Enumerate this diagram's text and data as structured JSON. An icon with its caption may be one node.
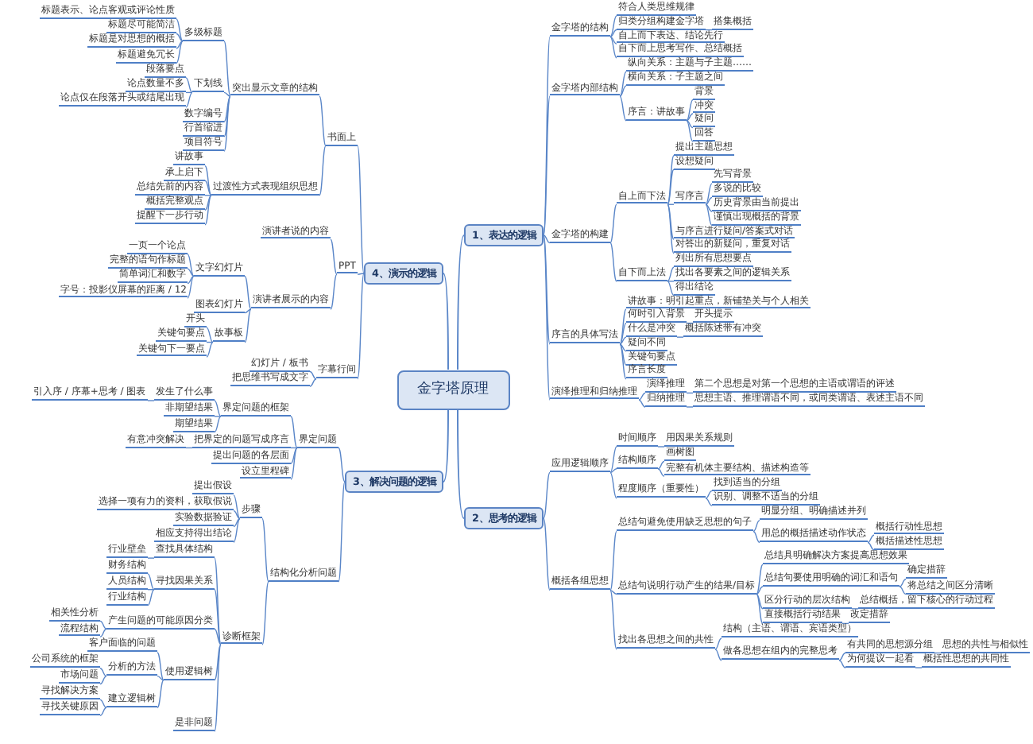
{
  "diagram": {
    "nodes": [
      {
        "text": [
          "金字塔原理"
        ]
      },
      {
        "text": [
          "1、表达的逻辑"
        ]
      },
      {
        "text": [
          "金字塔的结构"
        ]
      },
      {
        "text": [
          "符合人类思维规律"
        ]
      },
      {
        "text": [
          "归类分组构建金字塔"
        ]
      },
      {
        "text": [
          "搭集概括"
        ]
      },
      {
        "text": [
          "自上而下表达、结论先行"
        ]
      },
      {
        "text": [
          "自下而上思考写作、总结概括"
        ]
      },
      {
        "text": [
          "金字塔内部结构"
        ]
      },
      {
        "text": [
          "纵向关系：主题与子主题……"
        ]
      },
      {
        "text": [
          "横向关系：子主题之间"
        ]
      },
      {
        "text": [
          "序言：讲故事"
        ]
      },
      {
        "text": [
          "背景"
        ]
      },
      {
        "text": [
          "冲突"
        ]
      },
      {
        "text": [
          "疑问"
        ]
      },
      {
        "text": [
          "回答"
        ]
      },
      {
        "text": [
          "金字塔的构建"
        ]
      },
      {
        "text": [
          "自上而下法"
        ]
      },
      {
        "text": [
          "提出主题思想"
        ]
      },
      {
        "text": [
          "设想疑问"
        ]
      },
      {
        "text": [
          "写序言"
        ]
      },
      {
        "text": [
          "先写背景"
        ]
      },
      {
        "text": [
          "多说的比较"
        ]
      },
      {
        "text": [
          "历史背景由当前提出"
        ]
      },
      {
        "text": [
          "谨慎出现概括的背景"
        ]
      },
      {
        "text": [
          "与序言进行疑问/答案式对话"
        ]
      },
      {
        "text": [
          "对答出的新疑问，重复对话"
        ]
      },
      {
        "text": [
          "自下而上法"
        ]
      },
      {
        "text": [
          "列出所有思想要点"
        ]
      },
      {
        "text": [
          "找出各要素之间的逻辑关系"
        ]
      },
      {
        "text": [
          "得出结论"
        ]
      },
      {
        "text": [
          "序言的具体写法"
        ]
      },
      {
        "text": [
          "讲故事：明引起重点，新铺垫关与个人相关"
        ]
      },
      {
        "text": [
          "何时引入背景"
        ]
      },
      {
        "text": [
          "开头提示"
        ]
      },
      {
        "text": [
          "什么是冲突"
        ]
      },
      {
        "text": [
          "概括陈述带有冲突"
        ]
      },
      {
        "text": [
          "疑问不同"
        ]
      },
      {
        "text": [
          "关键句要点"
        ]
      },
      {
        "text": [
          "序言长度"
        ]
      },
      {
        "text": [
          "演绎推理和归纳推理"
        ]
      },
      {
        "text": [
          "演绎推理"
        ]
      },
      {
        "text": [
          "第二个思想是对第一个思想的主语或谓语的评述"
        ]
      },
      {
        "text": [
          "归纳推理"
        ]
      },
      {
        "text": [
          "思想主语、推理谓语不同，或同类谓语、表述主语不同"
        ]
      },
      {
        "text": [
          "2、思考的逻辑"
        ]
      },
      {
        "text": [
          "应用逻辑顺序"
        ]
      },
      {
        "text": [
          "时间顺序"
        ]
      },
      {
        "text": [
          "用因果关系规则"
        ]
      },
      {
        "text": [
          "结构顺序"
        ]
      },
      {
        "text": [
          "画树图"
        ]
      },
      {
        "text": [
          "完整有机体主要结构、描述构造等"
        ]
      },
      {
        "text": [
          "程度顺序（重要性）"
        ]
      },
      {
        "text": [
          "找到适当的分组"
        ]
      },
      {
        "text": [
          "识别、调整不适当的分组"
        ]
      },
      {
        "text": [
          "概括各组思想"
        ]
      },
      {
        "text": [
          "总结句避免使用缺乏思想的句子"
        ]
      },
      {
        "text": [
          "明显分组、明确描述并列"
        ]
      },
      {
        "text": [
          "用总的概括描述动作状态"
        ]
      },
      {
        "text": [
          "概括行动性思想"
        ]
      },
      {
        "text": [
          "概括描述性思想"
        ]
      },
      {
        "text": [
          "总结句说明行动产生的结果/目标"
        ]
      },
      {
        "text": [
          "总结具明确解决方案提高思想效果"
        ]
      },
      {
        "text": [
          "总结句要使用明确的词汇和语句"
        ]
      },
      {
        "text": [
          "确定措辞"
        ]
      },
      {
        "text": [
          "将总结之间区分清晰"
        ]
      },
      {
        "text": [
          "区分行动的层次结构"
        ]
      },
      {
        "text": [
          "总结概括，留下核心的行动过程"
        ]
      },
      {
        "text": [
          "直接概括行动结果"
        ]
      },
      {
        "text": [
          "改定措辞"
        ]
      },
      {
        "text": [
          "找出各思想之间的共性"
        ]
      },
      {
        "text": [
          "结构（主语、谓语、宾语类型）"
        ]
      },
      {
        "text": [
          "做各思想在组内的完整思考"
        ]
      },
      {
        "text": [
          "有共同的思想源分组"
        ]
      },
      {
        "text": [
          "思想的共性与相似性"
        ]
      },
      {
        "text": [
          "为何提议一起看"
        ]
      },
      {
        "text": [
          "概括性思想的共同性"
        ]
      },
      {
        "text": [
          "3、解决问题的逻辑"
        ]
      },
      {
        "text": [
          "界定问题"
        ]
      },
      {
        "text": [
          "界定问题的框架"
        ]
      },
      {
        "text": [
          "发生了什么事"
        ]
      },
      {
        "text": [
          "引入序 / 序幕+思考 / 图表"
        ]
      },
      {
        "text": [
          "非期望结果"
        ]
      },
      {
        "text": [
          "期望结果"
        ]
      },
      {
        "text": [
          "把界定的问题写成序言"
        ]
      },
      {
        "text": [
          "有意冲突解决"
        ]
      },
      {
        "text": [
          "提出问题的各层面"
        ]
      },
      {
        "text": [
          "设立里程碑"
        ]
      },
      {
        "text": [
          "结构化分析问题"
        ]
      },
      {
        "text": [
          "步骤"
        ]
      },
      {
        "text": [
          "提出假设"
        ]
      },
      {
        "text": [
          "选择一项有力的资料，获取假说"
        ]
      },
      {
        "text": [
          "实验数据验证"
        ]
      },
      {
        "text": [
          "相应支持得出结论"
        ]
      },
      {
        "text": [
          "诊断框架"
        ]
      },
      {
        "text": [
          "查找具体结构"
        ]
      },
      {
        "text": [
          "行业壁垒"
        ]
      },
      {
        "text": [
          "寻找因果关系"
        ]
      },
      {
        "text": [
          "财务结构"
        ]
      },
      {
        "text": [
          "人员结构"
        ]
      },
      {
        "text": [
          "行业结构"
        ]
      },
      {
        "text": [
          "产生问题的可能原因分类"
        ]
      },
      {
        "text": [
          "相关性分析"
        ]
      },
      {
        "text": [
          "流程结构"
        ]
      },
      {
        "text": [
          "使用逻辑树"
        ]
      },
      {
        "text": [
          "客户面临的问题"
        ]
      },
      {
        "text": [
          "分析的方法"
        ]
      },
      {
        "text": [
          "公司系统的框架"
        ]
      },
      {
        "text": [
          "市场问题"
        ]
      },
      {
        "text": [
          "建立逻辑树"
        ]
      },
      {
        "text": [
          "寻找解决方案"
        ]
      },
      {
        "text": [
          "寻找关键原因"
        ]
      },
      {
        "text": [
          "是非问题"
        ]
      },
      {
        "text": [
          "4、演示的逻辑"
        ]
      },
      {
        "text": [
          "书面上"
        ]
      },
      {
        "text": [
          "突出显示文章的结构"
        ]
      },
      {
        "text": [
          "多级标题"
        ]
      },
      {
        "text": [
          "标题表示、论点客观或评论性质"
        ]
      },
      {
        "text": [
          "标题尽可能简洁"
        ]
      },
      {
        "text": [
          "标题是对思想的概括"
        ]
      },
      {
        "text": [
          "标题避免冗长"
        ]
      },
      {
        "text": [
          "下划线"
        ]
      },
      {
        "text": [
          "段落要点"
        ]
      },
      {
        "text": [
          "论点数量不多"
        ]
      },
      {
        "text": [
          "论点仅在段落开头或结尾出现"
        ]
      },
      {
        "text": [
          "数字编号"
        ]
      },
      {
        "text": [
          "行首缩进"
        ]
      },
      {
        "text": [
          "项目符号"
        ]
      },
      {
        "text": [
          "过渡性方式表现组织思想"
        ]
      },
      {
        "text": [
          "讲故事"
        ]
      },
      {
        "text": [
          "承上启下"
        ]
      },
      {
        "text": [
          "总结先前的内容"
        ]
      },
      {
        "text": [
          "概括完整观点"
        ]
      },
      {
        "text": [
          "提醒下一步行动"
        ]
      },
      {
        "text": [
          "PPT"
        ]
      },
      {
        "text": [
          "演讲者说的内容"
        ]
      },
      {
        "text": [
          "演讲者展示的内容"
        ]
      },
      {
        "text": [
          "文字幻灯片"
        ]
      },
      {
        "text": [
          "一页一个论点"
        ]
      },
      {
        "text": [
          "完整的语句作标题"
        ]
      },
      {
        "text": [
          "简单词汇和数字"
        ]
      },
      {
        "text": [
          "字号：投影仪屏幕的距离 / 12"
        ]
      },
      {
        "text": [
          "图表幻灯片"
        ]
      },
      {
        "text": [
          "故事板"
        ]
      },
      {
        "text": [
          "开头"
        ]
      },
      {
        "text": [
          "关键句要点"
        ]
      },
      {
        "text": [
          "关键句下一要点"
        ]
      },
      {
        "text": [
          "字幕行间"
        ]
      },
      {
        "text": [
          "幻灯片 / 板书"
        ]
      },
      {
        "text": [
          "把思维书写成文字"
        ]
      }
    ],
    "edges": [
      {
        "from": 0,
        "to": 1,
        "arrow": "none"
      },
      {
        "from": 1,
        "to": 2,
        "arrow": "none"
      },
      {
        "from": 2,
        "to": 3,
        "arrow": "none"
      },
      {
        "from": 2,
        "to": 4,
        "arrow": "none"
      },
      {
        "from": 4,
        "to": 5,
        "arrow": "none"
      },
      {
        "from": 2,
        "to": 6,
        "arrow": "none"
      },
      {
        "from": 2,
        "to": 7,
        "arrow": "none"
      },
      {
        "from": 1,
        "to": 8,
        "arrow": "none"
      },
      {
        "from": 8,
        "to": 9,
        "arrow": "none"
      },
      {
        "from": 8,
        "to": 10,
        "arrow": "none"
      },
      {
        "from": 8,
        "to": 11,
        "arrow": "none"
      },
      {
        "from": 11,
        "to": 12,
        "arrow": "none"
      },
      {
        "from": 11,
        "to": 13,
        "arrow": "none"
      },
      {
        "from": 11,
        "to": 14,
        "arrow": "none"
      },
      {
        "from": 11,
        "to": 15,
        "arrow": "none"
      },
      {
        "from": 1,
        "to": 16,
        "arrow": "none"
      },
      {
        "from": 16,
        "to": 17,
        "arrow": "none"
      },
      {
        "from": 17,
        "to": 18,
        "arrow": "none"
      },
      {
        "from": 17,
        "to": 19,
        "arrow": "none"
      },
      {
        "from": 17,
        "to": 20,
        "arrow": "none"
      },
      {
        "from": 20,
        "to": 21,
        "arrow": "none"
      },
      {
        "from": 20,
        "to": 22,
        "arrow": "none"
      },
      {
        "from": 20,
        "to": 23,
        "arrow": "none"
      },
      {
        "from": 20,
        "to": 24,
        "arrow": "none"
      },
      {
        "from": 17,
        "to": 25,
        "arrow": "none"
      },
      {
        "from": 17,
        "to": 26,
        "arrow": "none"
      },
      {
        "from": 16,
        "to": 27,
        "arrow": "none"
      },
      {
        "from": 27,
        "to": 28,
        "arrow": "none"
      },
      {
        "from": 27,
        "to": 29,
        "arrow": "none"
      },
      {
        "from": 27,
        "to": 30,
        "arrow": "none"
      },
      {
        "from": 1,
        "to": 31,
        "arrow": "none"
      },
      {
        "from": 31,
        "to": 32,
        "arrow": "none"
      },
      {
        "from": 31,
        "to": 33,
        "arrow": "none"
      },
      {
        "from": 33,
        "to": 34,
        "arrow": "none"
      },
      {
        "from": 31,
        "to": 35,
        "arrow": "none"
      },
      {
        "from": 35,
        "to": 36,
        "arrow": "none"
      },
      {
        "from": 31,
        "to": 37,
        "arrow": "none"
      },
      {
        "from": 31,
        "to": 38,
        "arrow": "none"
      },
      {
        "from": 31,
        "to": 39,
        "arrow": "none"
      },
      {
        "from": 1,
        "to": 40,
        "arrow": "none"
      },
      {
        "from": 40,
        "to": 41,
        "arrow": "none"
      },
      {
        "from": 41,
        "to": 42,
        "arrow": "none"
      },
      {
        "from": 40,
        "to": 43,
        "arrow": "none"
      },
      {
        "from": 43,
        "to": 44,
        "arrow": "none"
      },
      {
        "from": 0,
        "to": 45,
        "arrow": "none"
      },
      {
        "from": 45,
        "to": 46,
        "arrow": "none"
      },
      {
        "from": 46,
        "to": 47,
        "arrow": "none"
      },
      {
        "from": 47,
        "to": 48,
        "arrow": "none"
      },
      {
        "from": 46,
        "to": 49,
        "arrow": "none"
      },
      {
        "from": 49,
        "to": 50,
        "arrow": "none"
      },
      {
        "from": 49,
        "to": 51,
        "arrow": "none"
      },
      {
        "from": 46,
        "to": 52,
        "arrow": "none"
      },
      {
        "from": 52,
        "to": 53,
        "arrow": "none"
      },
      {
        "from": 52,
        "to": 54,
        "arrow": "none"
      },
      {
        "from": 45,
        "to": 55,
        "arrow": "none"
      },
      {
        "from": 55,
        "to": 56,
        "arrow": "none"
      },
      {
        "from": 56,
        "to": 57,
        "arrow": "none"
      },
      {
        "from": 56,
        "to": 58,
        "arrow": "none"
      },
      {
        "from": 58,
        "to": 59,
        "arrow": "none"
      },
      {
        "from": 58,
        "to": 60,
        "arrow": "none"
      },
      {
        "from": 55,
        "to": 61,
        "arrow": "none"
      },
      {
        "from": 61,
        "to": 62,
        "arrow": "none"
      },
      {
        "from": 61,
        "to": 63,
        "arrow": "none"
      },
      {
        "from": 63,
        "to": 64,
        "arrow": "none"
      },
      {
        "from": 63,
        "to": 65,
        "arrow": "none"
      },
      {
        "from": 61,
        "to": 66,
        "arrow": "none"
      },
      {
        "from": 66,
        "to": 67,
        "arrow": "none"
      },
      {
        "from": 61,
        "to": 68,
        "arrow": "none"
      },
      {
        "from": 68,
        "to": 69,
        "arrow": "none"
      },
      {
        "from": 55,
        "to": 70,
        "arrow": "none"
      },
      {
        "from": 70,
        "to": 71,
        "arrow": "none"
      },
      {
        "from": 70,
        "to": 72,
        "arrow": "none"
      },
      {
        "from": 72,
        "to": 73,
        "arrow": "none"
      },
      {
        "from": 73,
        "to": 74,
        "arrow": "none"
      },
      {
        "from": 72,
        "to": 75,
        "arrow": "none"
      },
      {
        "from": 75,
        "to": 76,
        "arrow": "none"
      },
      {
        "from": 0,
        "to": 77,
        "arrow": "none"
      },
      {
        "from": 77,
        "to": 78,
        "arrow": "none"
      },
      {
        "from": 78,
        "to": 79,
        "arrow": "none"
      },
      {
        "from": 79,
        "to": 80,
        "arrow": "none"
      },
      {
        "from": 80,
        "to": 81,
        "arrow": "none"
      },
      {
        "from": 79,
        "to": 82,
        "arrow": "none"
      },
      {
        "from": 79,
        "to": 83,
        "arrow": "none"
      },
      {
        "from": 78,
        "to": 84,
        "arrow": "none"
      },
      {
        "from": 84,
        "to": 85,
        "arrow": "none"
      },
      {
        "from": 78,
        "to": 86,
        "arrow": "none"
      },
      {
        "from": 78,
        "to": 87,
        "arrow": "none"
      },
      {
        "from": 77,
        "to": 88,
        "arrow": "none"
      },
      {
        "from": 88,
        "to": 89,
        "arrow": "none"
      },
      {
        "from": 89,
        "to": 90,
        "arrow": "none"
      },
      {
        "from": 89,
        "to": 91,
        "arrow": "none"
      },
      {
        "from": 89,
        "to": 92,
        "arrow": "none"
      },
      {
        "from": 89,
        "to": 93,
        "arrow": "none"
      },
      {
        "from": 88,
        "to": 94,
        "arrow": "none"
      },
      {
        "from": 94,
        "to": 95,
        "arrow": "none"
      },
      {
        "from": 95,
        "to": 96,
        "arrow": "none"
      },
      {
        "from": 94,
        "to": 97,
        "arrow": "none"
      },
      {
        "from": 97,
        "to": 98,
        "arrow": "none"
      },
      {
        "from": 97,
        "to": 99,
        "arrow": "none"
      },
      {
        "from": 97,
        "to": 100,
        "arrow": "none"
      },
      {
        "from": 94,
        "to": 101,
        "arrow": "none"
      },
      {
        "from": 101,
        "to": 102,
        "arrow": "none"
      },
      {
        "from": 101,
        "to": 103,
        "arrow": "none"
      },
      {
        "from": 94,
        "to": 104,
        "arrow": "none"
      },
      {
        "from": 104,
        "to": 105,
        "arrow": "none"
      },
      {
        "from": 104,
        "to": 106,
        "arrow": "none"
      },
      {
        "from": 106,
        "to": 107,
        "arrow": "none"
      },
      {
        "from": 106,
        "to": 108,
        "arrow": "none"
      },
      {
        "from": 104,
        "to": 109,
        "arrow": "none"
      },
      {
        "from": 109,
        "to": 110,
        "arrow": "none"
      },
      {
        "from": 109,
        "to": 111,
        "arrow": "none"
      },
      {
        "from": 94,
        "to": 112,
        "arrow": "none"
      },
      {
        "from": 0,
        "to": 113,
        "arrow": "none"
      },
      {
        "from": 113,
        "to": 114,
        "arrow": "none"
      },
      {
        "from": 114,
        "to": 115,
        "arrow": "none"
      },
      {
        "from": 115,
        "to": 116,
        "arrow": "none"
      },
      {
        "from": 116,
        "to": 117,
        "arrow": "none"
      },
      {
        "from": 116,
        "to": 118,
        "arrow": "none"
      },
      {
        "from": 116,
        "to": 119,
        "arrow": "none"
      },
      {
        "from": 116,
        "to": 120,
        "arrow": "none"
      },
      {
        "from": 115,
        "to": 121,
        "arrow": "none"
      },
      {
        "from": 121,
        "to": 122,
        "arrow": "none"
      },
      {
        "from": 121,
        "to": 123,
        "arrow": "none"
      },
      {
        "from": 121,
        "to": 124,
        "arrow": "none"
      },
      {
        "from": 115,
        "to": 125,
        "arrow": "none"
      },
      {
        "from": 115,
        "to": 126,
        "arrow": "none"
      },
      {
        "from": 115,
        "to": 127,
        "arrow": "none"
      },
      {
        "from": 114,
        "to": 128,
        "arrow": "none"
      },
      {
        "from": 128,
        "to": 129,
        "arrow": "none"
      },
      {
        "from": 128,
        "to": 130,
        "arrow": "none"
      },
      {
        "from": 128,
        "to": 131,
        "arrow": "none"
      },
      {
        "from": 128,
        "to": 132,
        "arrow": "none"
      },
      {
        "from": 128,
        "to": 133,
        "arrow": "none"
      },
      {
        "from": 113,
        "to": 134,
        "arrow": "none"
      },
      {
        "from": 134,
        "to": 135,
        "arrow": "none"
      },
      {
        "from": 134,
        "to": 136,
        "arrow": "none"
      },
      {
        "from": 136,
        "to": 137,
        "arrow": "none"
      },
      {
        "from": 137,
        "to": 138,
        "arrow": "none"
      },
      {
        "from": 137,
        "to": 139,
        "arrow": "none"
      },
      {
        "from": 137,
        "to": 140,
        "arrow": "none"
      },
      {
        "from": 137,
        "to": 141,
        "arrow": "none"
      },
      {
        "from": 136,
        "to": 142,
        "arrow": "none"
      },
      {
        "from": 136,
        "to": 143,
        "arrow": "none"
      },
      {
        "from": 143,
        "to": 144,
        "arrow": "none"
      },
      {
        "from": 143,
        "to": 145,
        "arrow": "none"
      },
      {
        "from": 143,
        "to": 146,
        "arrow": "none"
      },
      {
        "from": 113,
        "to": 147,
        "arrow": "none"
      },
      {
        "from": 147,
        "to": 148,
        "arrow": "none"
      },
      {
        "from": 147,
        "to": 149,
        "arrow": "none"
      }
    ]
  }
}
